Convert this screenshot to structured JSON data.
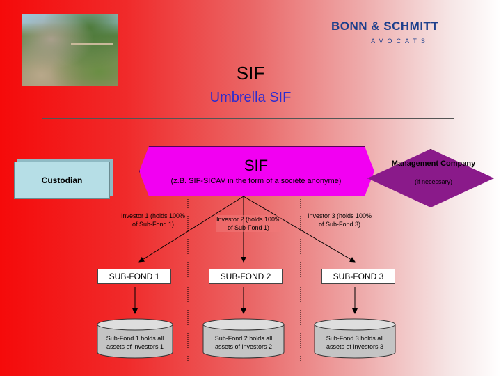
{
  "logo": {
    "name": "BONN & SCHMITT",
    "sub": "AVOCATS"
  },
  "header": {
    "title": "SIF",
    "subtitle": "Umbrella SIF"
  },
  "custodian": {
    "label": "Custodian"
  },
  "sif": {
    "title": "SIF",
    "sub": "(z.B. SIF-SICAV in the form of a société anonyme)"
  },
  "management": {
    "title": "Management Company",
    "sub": "(if necessary)"
  },
  "investors": [
    {
      "label": "Investor 1 (holds 100% of Sub-Fond 1)"
    },
    {
      "label": "Investor 2 (holds 100% of Sub-Fond 1)"
    },
    {
      "label": "Investor 3 (holds 100% of Sub-Fond 3)"
    }
  ],
  "funds": [
    {
      "label": "SUB-FOND 1",
      "assets": "Sub-Fond 1 holds all assets of investors 1"
    },
    {
      "label": "SUB-FOND 2",
      "assets": "Sub-Fond 2 holds all assets of investors 2"
    },
    {
      "label": "SUB-FOND 3",
      "assets": "Sub-Fond 3 holds all assets of investors 3"
    }
  ],
  "colors": {
    "sif_box": "#f200f2",
    "management": "#8a1a8a",
    "custodian": "#b6dee6",
    "subtitle": "#2b2bd0",
    "logo": "#1d3f8c"
  }
}
